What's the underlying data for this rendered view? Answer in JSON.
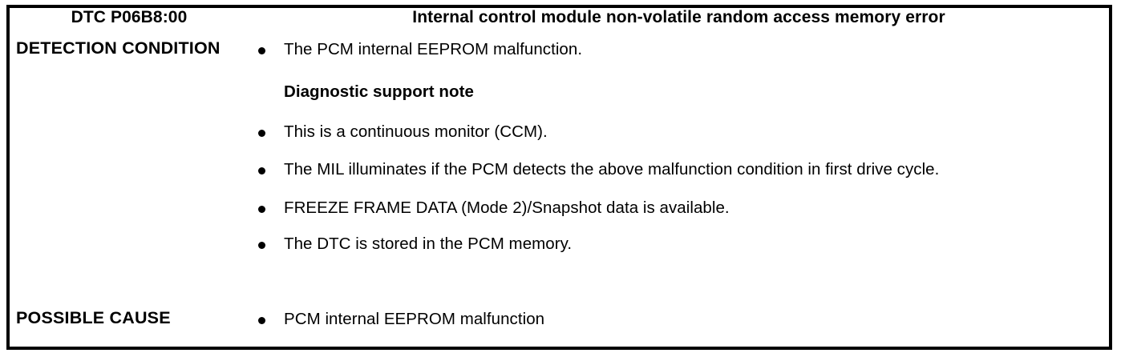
{
  "table": {
    "header": {
      "dtc_code": "DTC P06B8:00",
      "description": "Internal control module non-volatile random access memory error"
    },
    "rows": [
      {
        "label": "DETECTION CONDITION",
        "items": [
          {
            "type": "bullet",
            "text": "The PCM internal EEPROM malfunction."
          },
          {
            "type": "heading",
            "text": "Diagnostic support note"
          },
          {
            "type": "bullet",
            "text": "This is a continuous monitor (CCM)."
          },
          {
            "type": "bullet",
            "text": "The MIL illuminates if the PCM detects the above malfunction condition in first drive cycle."
          },
          {
            "type": "bullet",
            "text": "FREEZE FRAME DATA (Mode 2)/Snapshot data is available."
          },
          {
            "type": "bullet",
            "text": "The DTC is stored in the PCM memory."
          }
        ]
      },
      {
        "label": "POSSIBLE CAUSE",
        "items": [
          {
            "type": "bullet",
            "text": "PCM internal EEPROM malfunction"
          }
        ]
      }
    ]
  },
  "colors": {
    "border": "#000000",
    "text": "#000000",
    "background": "#ffffff"
  }
}
